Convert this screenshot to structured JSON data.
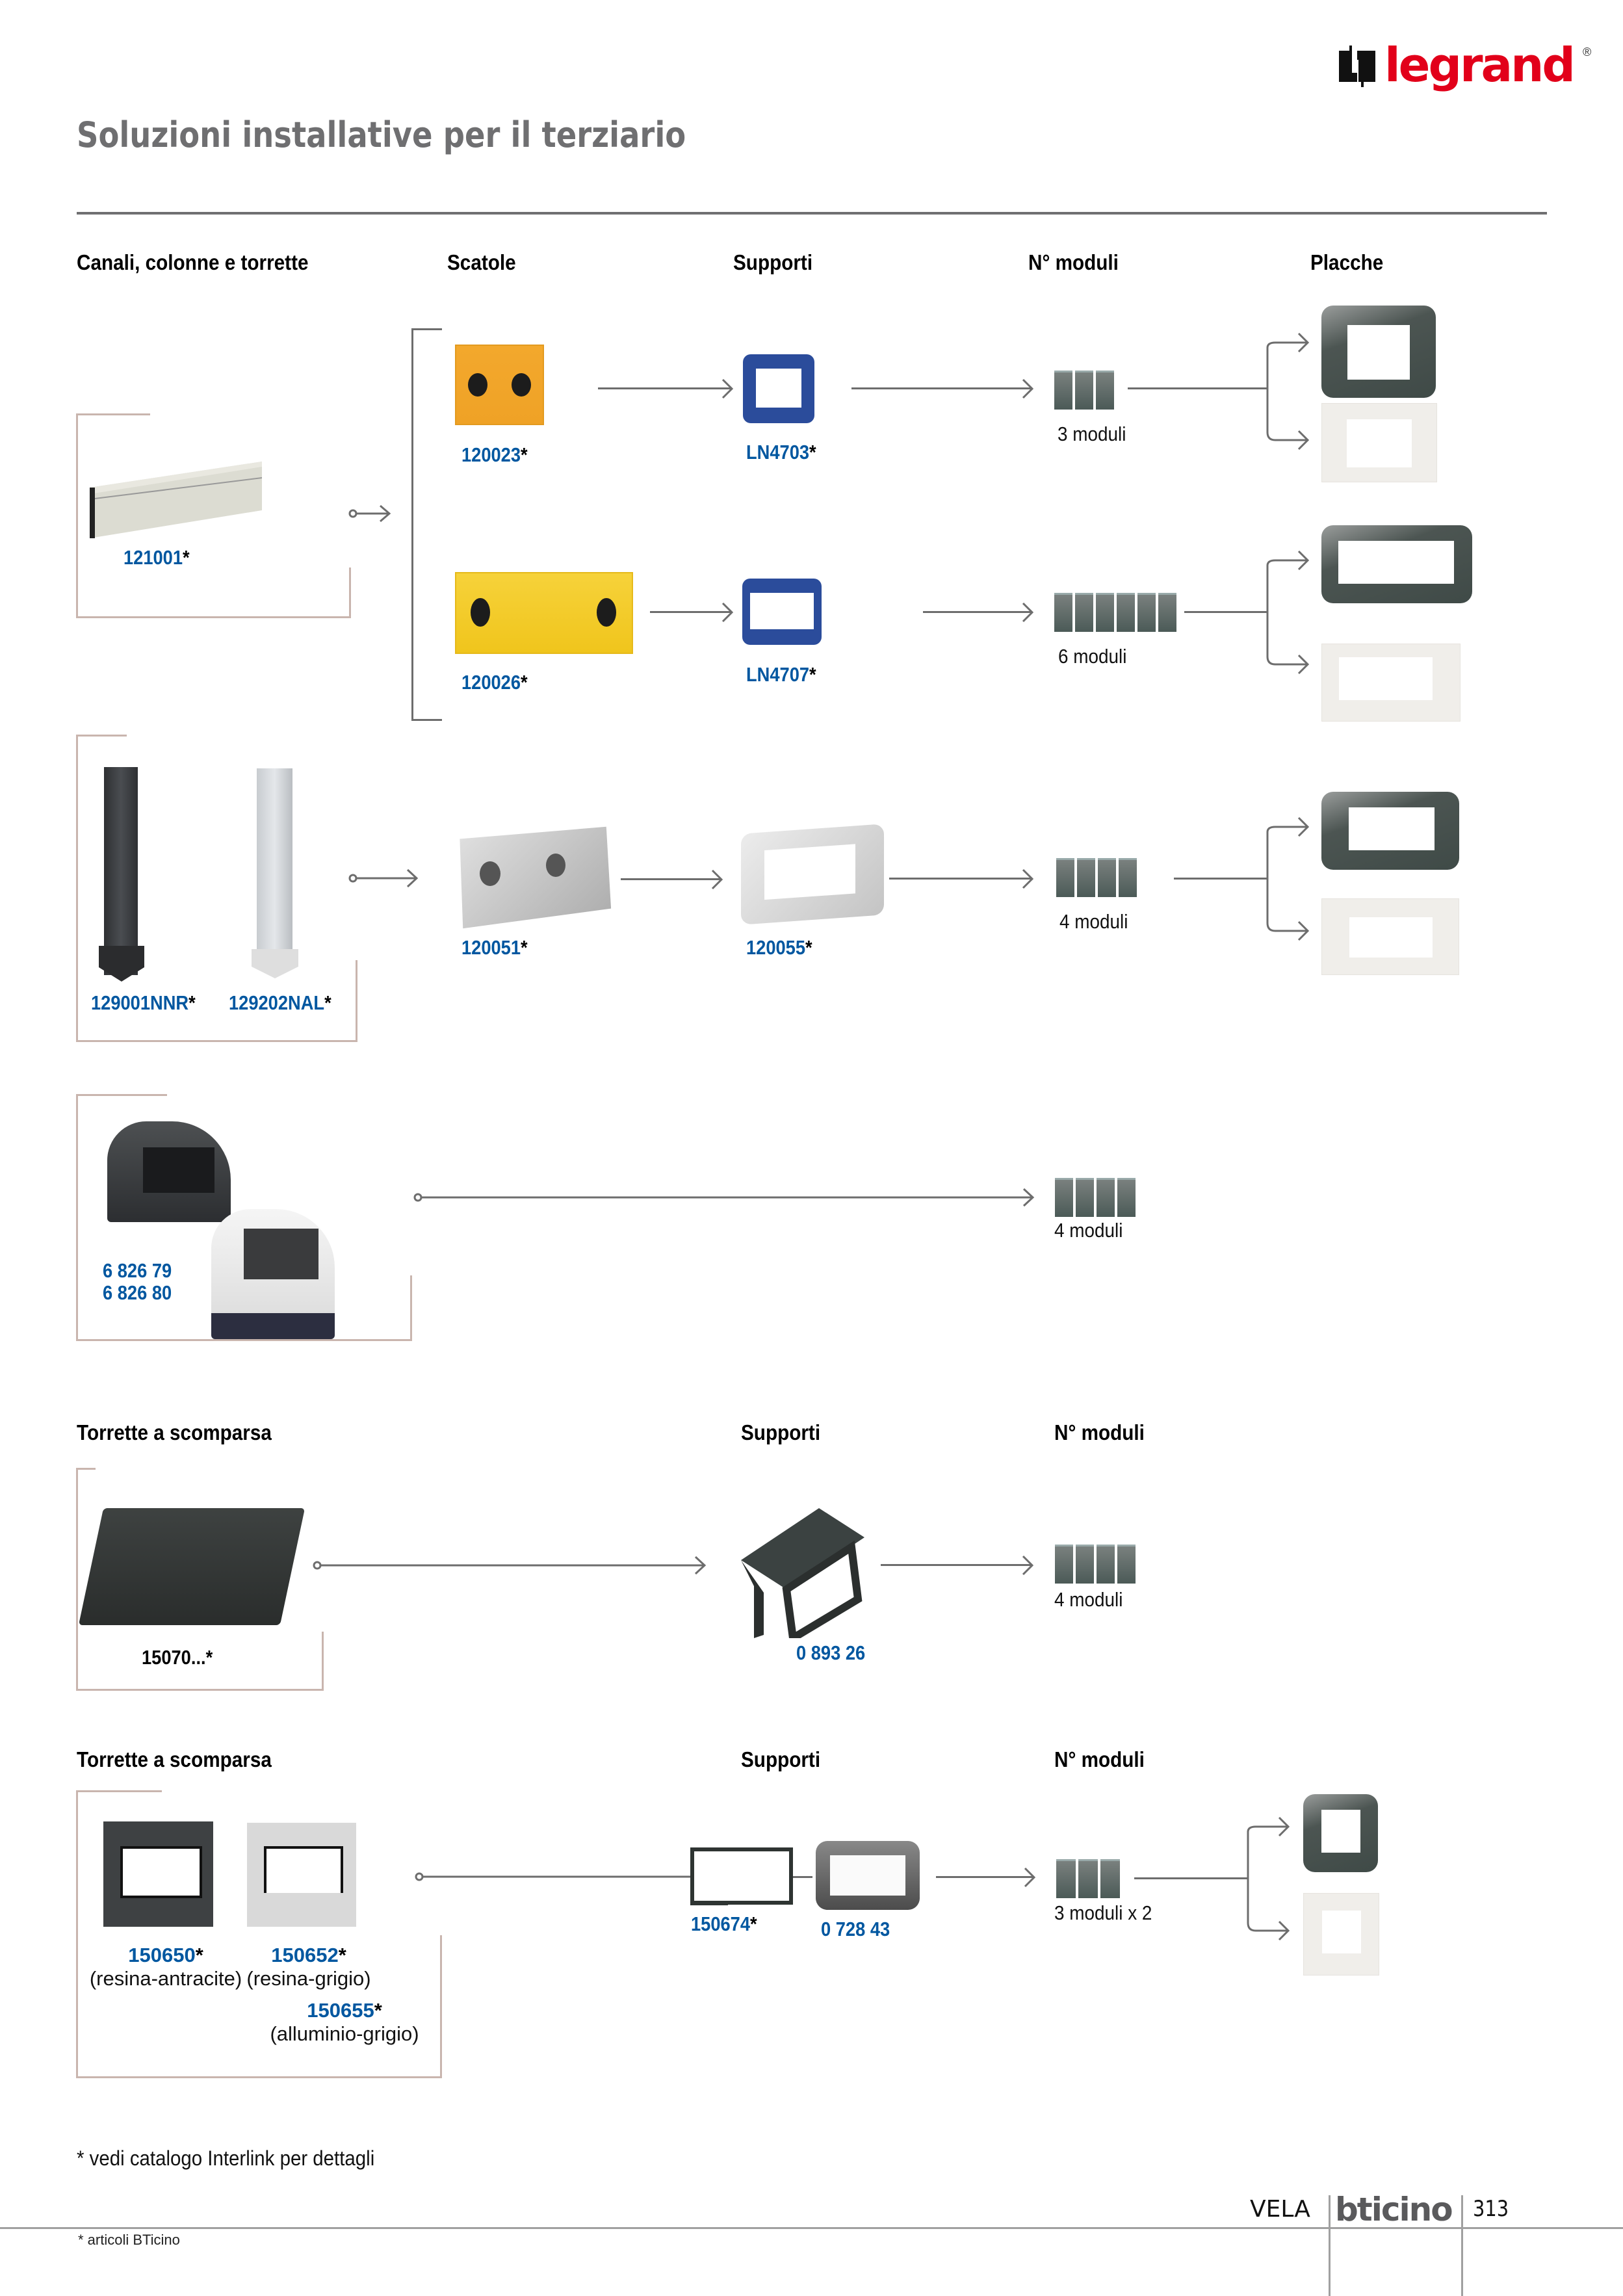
{
  "header": {
    "brand_logo": "legrand",
    "brand_mark": "®",
    "title": "Soluzioni installative per il terziario"
  },
  "section1": {
    "columns": [
      "Canali, colonne e torrette",
      "Scatole",
      "Supporti",
      "N° moduli",
      "Placche"
    ],
    "rows": [
      {
        "source": [
          {
            "code": "121001",
            "star": "*"
          }
        ],
        "branches": [
          {
            "box": {
              "code": "120023",
              "star": "*"
            },
            "support": {
              "code": "LN4703",
              "star": "*"
            },
            "modules": 3,
            "modules_label": "3 moduli",
            "plates": [
              "dark",
              "light"
            ]
          },
          {
            "box": {
              "code": "120026",
              "star": "*"
            },
            "support": {
              "code": "LN4707",
              "star": "*"
            },
            "modules": 6,
            "modules_label": "6 moduli",
            "plates": [
              "dark",
              "light"
            ]
          }
        ]
      },
      {
        "source": [
          {
            "code": "129001NNR",
            "star": "*"
          },
          {
            "code": "129202NAL",
            "star": "*"
          }
        ],
        "box": {
          "code": "120051",
          "star": "*"
        },
        "support": {
          "code": "120055",
          "star": "*"
        },
        "modules": 4,
        "modules_label": "4 moduli",
        "plates": [
          "dark",
          "light"
        ]
      },
      {
        "source": [
          {
            "code": "6 826 79"
          },
          {
            "code": "6 826 80"
          }
        ],
        "modules": 4,
        "modules_label": "4 moduli"
      }
    ]
  },
  "section2": {
    "columns": [
      "Torrette a scomparsa",
      "Supporti",
      "N° moduli"
    ],
    "source": {
      "code": "15070...",
      "star": "*"
    },
    "support": {
      "code": "0 893 26"
    },
    "modules": 4,
    "modules_label": "4 moduli"
  },
  "section3": {
    "columns": [
      "Torrette a scomparsa",
      "Supporti",
      "N° moduli"
    ],
    "sources": [
      {
        "code": "150650",
        "star": "*",
        "desc": "(resina-antracite)"
      },
      {
        "code": "150652",
        "star": "*",
        "desc": "(resina-grigio)"
      },
      {
        "code": "150655",
        "star": "*",
        "desc": "(alluminio-grigio)"
      }
    ],
    "supports": [
      {
        "code": "150674",
        "star": "*"
      },
      {
        "code": "0 728 43"
      }
    ],
    "modules": 3,
    "modules_label": "3 moduli x 2",
    "plates": [
      "dark",
      "light"
    ]
  },
  "notes": {
    "interlink": "* vedi catalogo Interlink per dettagli",
    "bticino": "* articoli BTicino"
  },
  "footer": {
    "series": "VELA",
    "brand": "bticino",
    "page_number": "313"
  },
  "colors": {
    "code_blue": "#0057a0",
    "title_grey": "#6f6f71",
    "legrand_red": "#e2001a",
    "bracket": "#c9b5ae"
  }
}
